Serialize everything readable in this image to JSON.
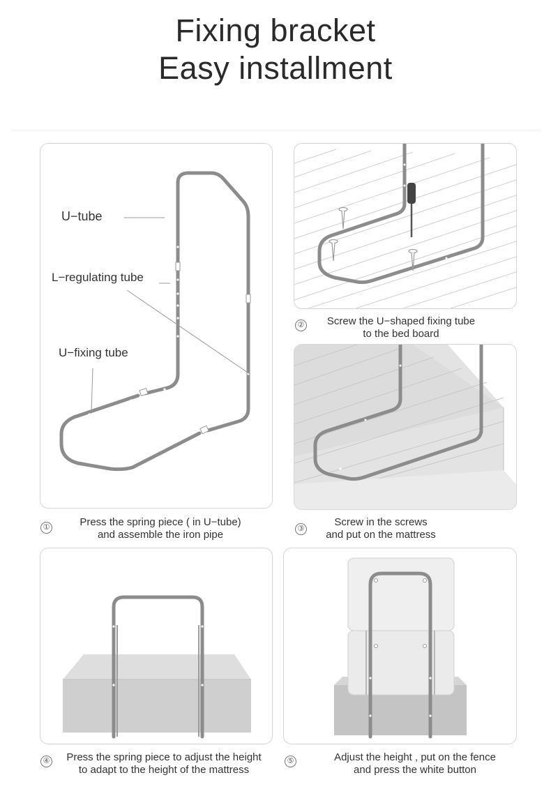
{
  "header": {
    "title_line1": "Fixing bracket",
    "title_line2": "Easy installment"
  },
  "steps": [
    {
      "number": "①",
      "caption_line1": "Press the spring piece ( in U−tube)",
      "caption_line2": "and assemble the iron pipe",
      "part_labels": [
        "U−tube",
        "L−regulating tube",
        "U−fixing tube"
      ]
    },
    {
      "number": "②",
      "caption_line1": "Screw the U−shaped fixing tube",
      "caption_line2": "to the bed board"
    },
    {
      "number": "③",
      "caption_line1": "Screw in the screws",
      "caption_line2": "and put on the mattress"
    },
    {
      "number": "④",
      "caption_line1": "Press the spring piece to adjust the height",
      "caption_line2": "to adapt to the height of the mattress"
    },
    {
      "number": "⑤",
      "caption_line1": "Adjust the height , put on the fence",
      "caption_line2": "and press the white button"
    }
  ],
  "colors": {
    "tube": "#8c8c8c",
    "mattress": "#d7d7d7",
    "slat_line": "#cfcfcf",
    "panel_border": "#d6d6d6"
  }
}
